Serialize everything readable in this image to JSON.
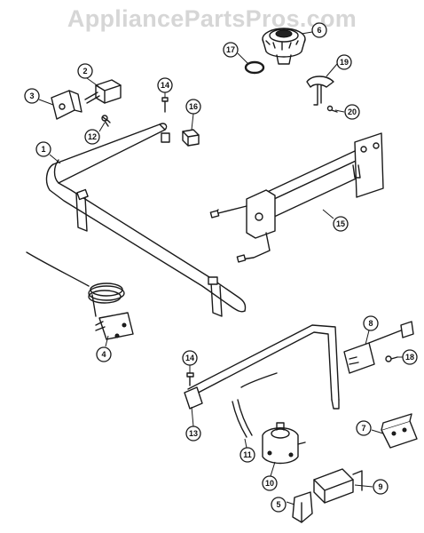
{
  "watermark": "AppliancePartsPros.com",
  "callouts": [
    "1",
    "2",
    "3",
    "4",
    "5",
    "6",
    "7",
    "8",
    "9",
    "10",
    "11",
    "12",
    "13",
    "14",
    "14",
    "15",
    "16",
    "17",
    "18",
    "19",
    "20"
  ]
}
